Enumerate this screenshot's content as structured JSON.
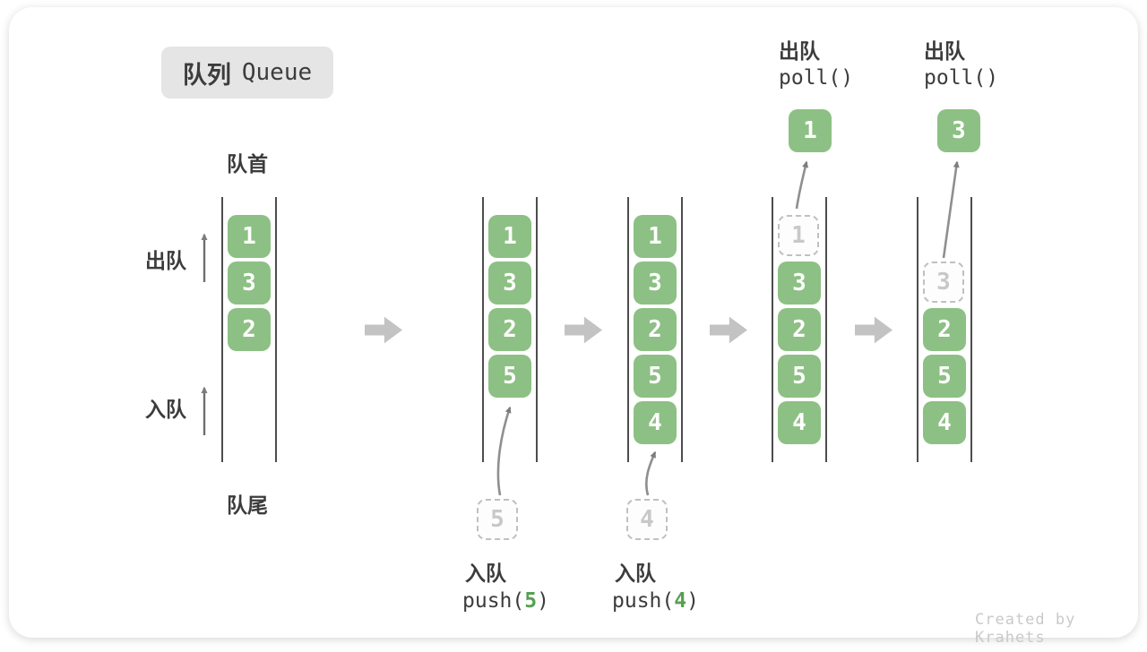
{
  "title": {
    "zh": "队列",
    "en": "Queue"
  },
  "labels": {
    "front": "队首",
    "rear": "队尾",
    "dequeue": "出队",
    "enqueue": "入队"
  },
  "watermark": "Created by Krahets",
  "colors": {
    "box_green": "#8dc084",
    "code_arg_green": "#56a052",
    "block_arrow_gray": "#c3c3c3",
    "dashed_gray": "#c0c0c0",
    "text_dark": "#3c3c3c"
  },
  "states": [
    {
      "name": "state-1",
      "boxes": [
        "1",
        "3",
        "2"
      ]
    },
    {
      "name": "state-2",
      "boxes": [
        "1",
        "3",
        "2",
        "5"
      ],
      "incoming": "5",
      "op": {
        "label": "入队",
        "prefix": "push(",
        "arg": "5",
        "suffix": ")"
      }
    },
    {
      "name": "state-3",
      "boxes": [
        "1",
        "3",
        "2",
        "5",
        "4"
      ],
      "incoming": "4",
      "op": {
        "label": "入队",
        "prefix": "push(",
        "arg": "4",
        "suffix": ")"
      }
    },
    {
      "name": "state-4",
      "removed": "1",
      "boxes": [
        "3",
        "2",
        "5",
        "4"
      ],
      "out": "1",
      "op": {
        "label": "出队",
        "code": "poll()"
      }
    },
    {
      "name": "state-5",
      "removed": "3",
      "boxes": [
        "2",
        "5",
        "4"
      ],
      "out": "3",
      "op": {
        "label": "出队",
        "code": "poll()"
      }
    }
  ]
}
